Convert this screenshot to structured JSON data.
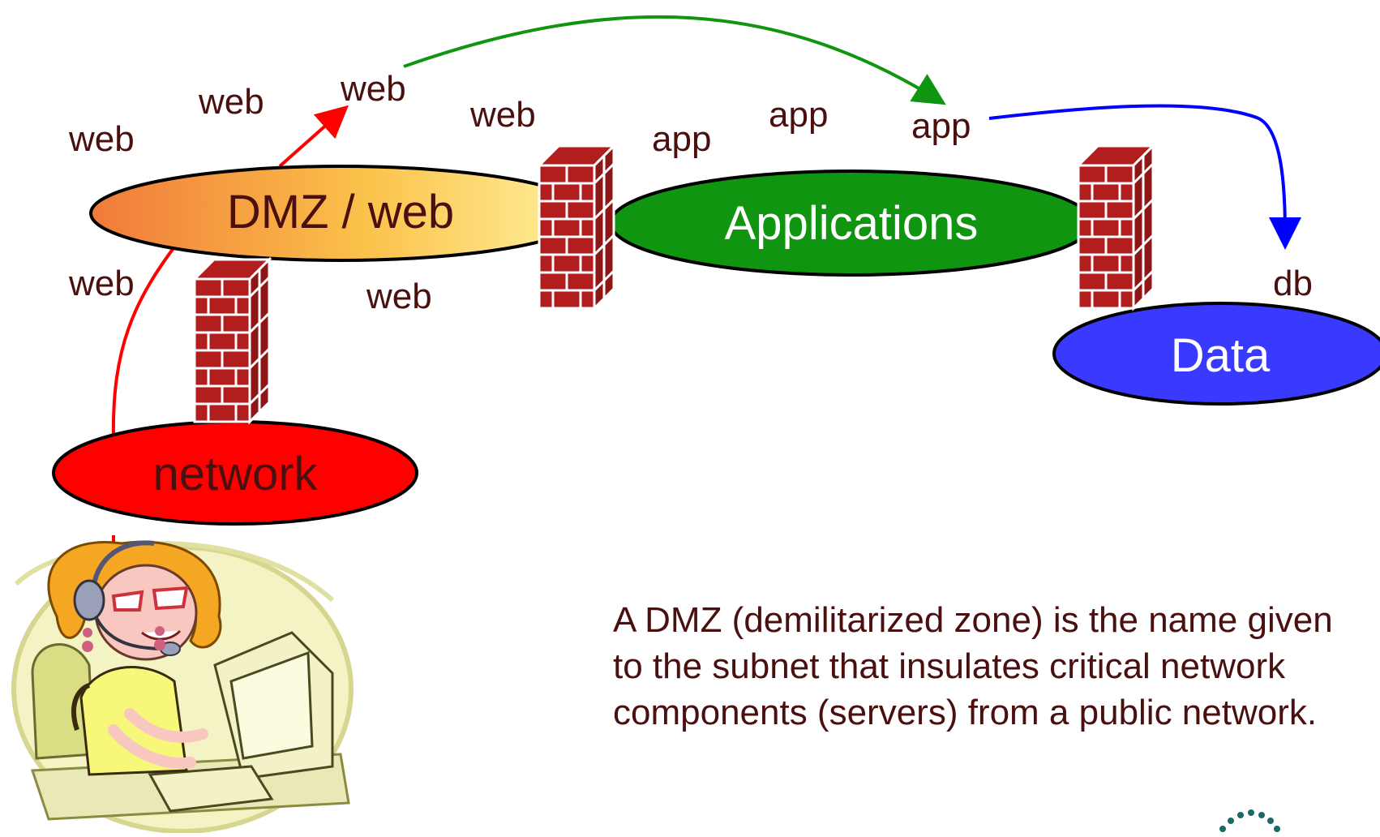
{
  "zones": {
    "dmz": {
      "label": "DMZ / web",
      "fill_start": "#f07a3a",
      "fill_end": "#fff2a0",
      "text_color": "#4a0f0f"
    },
    "applications": {
      "label": "Applications",
      "fill": "#109510",
      "text_color": "#ffffff"
    },
    "data": {
      "label": "Data",
      "fill": "#3a3aff",
      "text_color": "#ffffff"
    },
    "network": {
      "label": "network",
      "fill": "#ff0000",
      "text_color": "#4a0f0f"
    }
  },
  "traffic_labels": {
    "web_far_left": "web",
    "web_upper_left": "web",
    "web_top": "web",
    "web_right_of_dmz": "web",
    "web_lower_left": "web",
    "web_lower_mid": "web",
    "app_left": "app",
    "app_mid": "app",
    "app_right": "app",
    "db": "db"
  },
  "flows": {
    "request_color": "#ff0000",
    "web_to_app_color": "#109510",
    "app_to_db_color": "#0000ff"
  },
  "firewall": {
    "brick_color": "#b21e1e",
    "mortar_color": "#ffffff"
  },
  "caption": "A DMZ (demilitarized zone) is the name given to the subnet that insulates critical network components (servers) from a public network.",
  "icons": [
    "firewall-icon",
    "user-at-computer-icon",
    "logo-dots-icon"
  ]
}
